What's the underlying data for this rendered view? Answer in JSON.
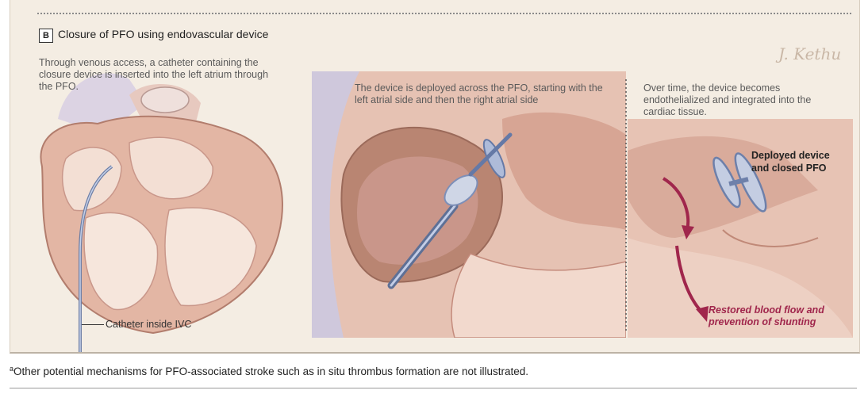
{
  "panel": {
    "label": "B",
    "title": "Closure of PFO using endovascular device",
    "signature": "J. Kethu"
  },
  "left_view": {
    "caption": "Through venous access,  a catheter containing the closure device is inserted into the left atrium through the PFO.",
    "ivc_label": "Catheter inside IVC"
  },
  "middle_view": {
    "caption": "The device is deployed across the PFO, starting with the left atrial side and then the right atrial side"
  },
  "right_view": {
    "caption": "Over time, the device becomes endothelialized and integrated into the cardiac tissue.",
    "device_callout": "Deployed device and closed PFO",
    "flow_callout": "Restored blood flow and prevention of shunting"
  },
  "colors": {
    "panel_bg": "#f4ede3",
    "tissue": "#e8c3b2",
    "tissue_dark": "#c98b79",
    "vessel_blue": "#bcc5dc",
    "device_blue": "#9fb2d6",
    "flow_arrow": "#a0264c"
  },
  "footnote": {
    "marker": "a",
    "text": "Other potential mechanisms for PFO-associated stroke such as in situ thrombus formation are not illustrated."
  }
}
